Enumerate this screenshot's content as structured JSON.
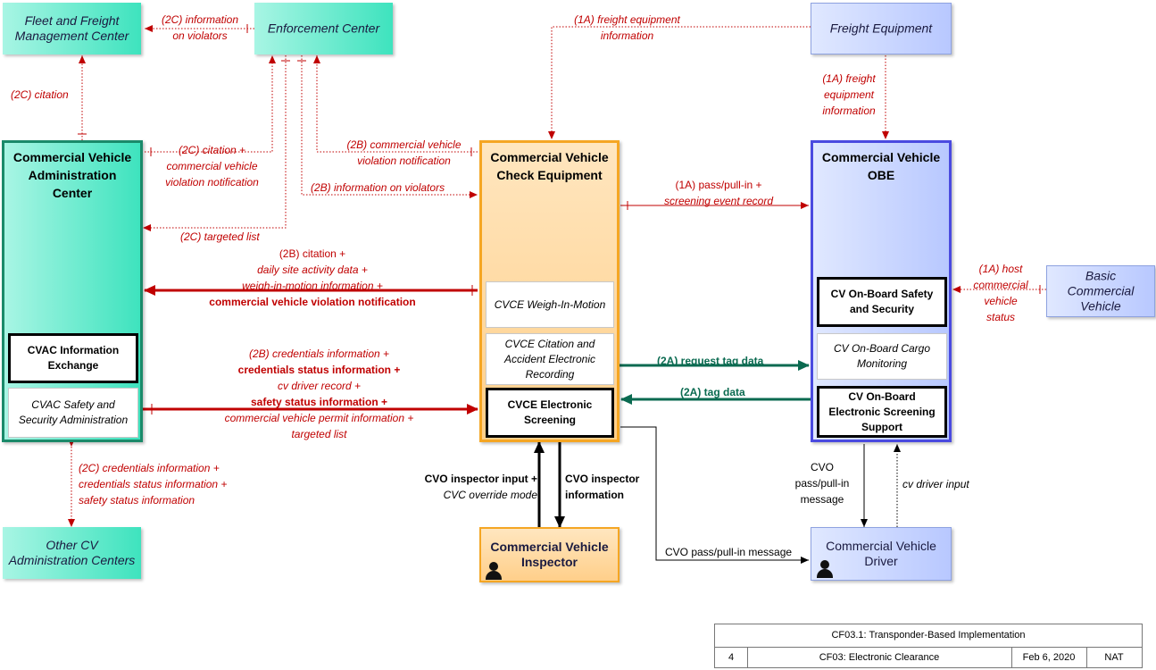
{
  "external_nodes": {
    "fleet_center": "Fleet and Freight Management Center",
    "enforcement_center": "Enforcement Center",
    "freight_equipment": "Freight Equipment",
    "basic_cv": "Basic Commercial Vehicle",
    "other_cv_admin": "Other CV Administration Centers",
    "cv_driver": "Commercial Vehicle Driver"
  },
  "cvac": {
    "title": "Commercial Vehicle Administration Center",
    "info_exchange": "CVAC Information Exchange",
    "safety_admin": "CVAC Safety and Security Administration"
  },
  "cvce": {
    "title": "Commercial Vehicle Check Equipment",
    "weigh_in_motion": "CVCE Weigh-In-Motion",
    "citation_recording": "CVCE Citation and Accident Electronic Recording",
    "electronic_screening": "CVCE Electronic Screening"
  },
  "obe": {
    "title": "Commercial Vehicle OBE",
    "safety_security": "CV On-Board Safety and Security",
    "cargo_monitoring": "CV On-Board Cargo Monitoring",
    "screening_support": "CV On-Board Electronic Screening Support"
  },
  "inspector": {
    "title": "Commercial Vehicle Inspector"
  },
  "flows": {
    "f_2c_violators_l1": "(2C) information",
    "f_2c_violators_l2": "on violators",
    "f_1a_freight_top_l1": "(1A) freight equipment",
    "f_1a_freight_top_l2": "information",
    "f_1a_freight_right_l1": "(1A) freight",
    "f_1a_freight_right_l2": "equipment",
    "f_1a_freight_right_l3": "information",
    "f_2c_citation": "(2C) citation",
    "f_2c_citation_viol_l1": "(2C) citation +",
    "f_2c_citation_viol_l2": "commercial vehicle",
    "f_2c_citation_viol_l3": "violation notification",
    "f_2b_viol_notif_l1": "(2B) commercial vehicle",
    "f_2b_viol_notif_l2": "violation notification",
    "f_2b_info_violators": "(2B) information on violators",
    "f_2c_targeted": "(2C) targeted list",
    "f_1a_pass_l1": "(1A) pass/pull-in +",
    "f_1a_pass_l2": "screening event record",
    "f_2b_citation_l1": "(2B) citation +",
    "f_2b_citation_l2": "daily site activity data +",
    "f_2b_citation_l3": "weigh-in-motion information +",
    "f_2b_citation_l4": "commercial vehicle violation notification",
    "f_1a_host_l1": "(1A) host",
    "f_1a_host_l2": "commercial",
    "f_1a_host_l3": "vehicle",
    "f_1a_host_l4": "status",
    "f_2a_request": "(2A) request tag data",
    "f_2a_tag": "(2A) tag data",
    "f_2b_cred_l1": "(2B) credentials information +",
    "f_2b_cred_l2": "credentials status information +",
    "f_2b_cred_l3": "cv driver record +",
    "f_2b_cred_l4": "safety status information +",
    "f_2b_cred_l5": "commercial vehicle permit information +",
    "f_2b_cred_l6": "targeted list",
    "f_2c_cred_l1": "(2C) credentials information +",
    "f_2c_cred_l2": "credentials status information +",
    "f_2c_cred_l3": "safety status information",
    "f_insp_input_l1": "CVO inspector input +",
    "f_insp_input_l2": "CVC override mode",
    "f_insp_info_l1": "CVO inspector",
    "f_insp_info_l2": "information",
    "f_cvo_msg_l1": "CVO",
    "f_cvo_msg_l2": "pass/pull-in",
    "f_cvo_msg_l3": "message",
    "f_driver_input": "cv driver input",
    "f_cvo_msg_driver": "CVO pass/pull-in message"
  },
  "footer": {
    "title": "CF03.1: Transponder-Based Implementation",
    "page": "4",
    "diagram": "CF03: Electronic Clearance",
    "date": "Feb 6, 2020",
    "org": "NAT"
  },
  "colors": {
    "flow_red": "#c00000",
    "flow_green": "#0a6a50",
    "cvac_border": "#1a8a6a",
    "cvce_border": "#f5a623",
    "obe_border": "#4a4ae0"
  }
}
